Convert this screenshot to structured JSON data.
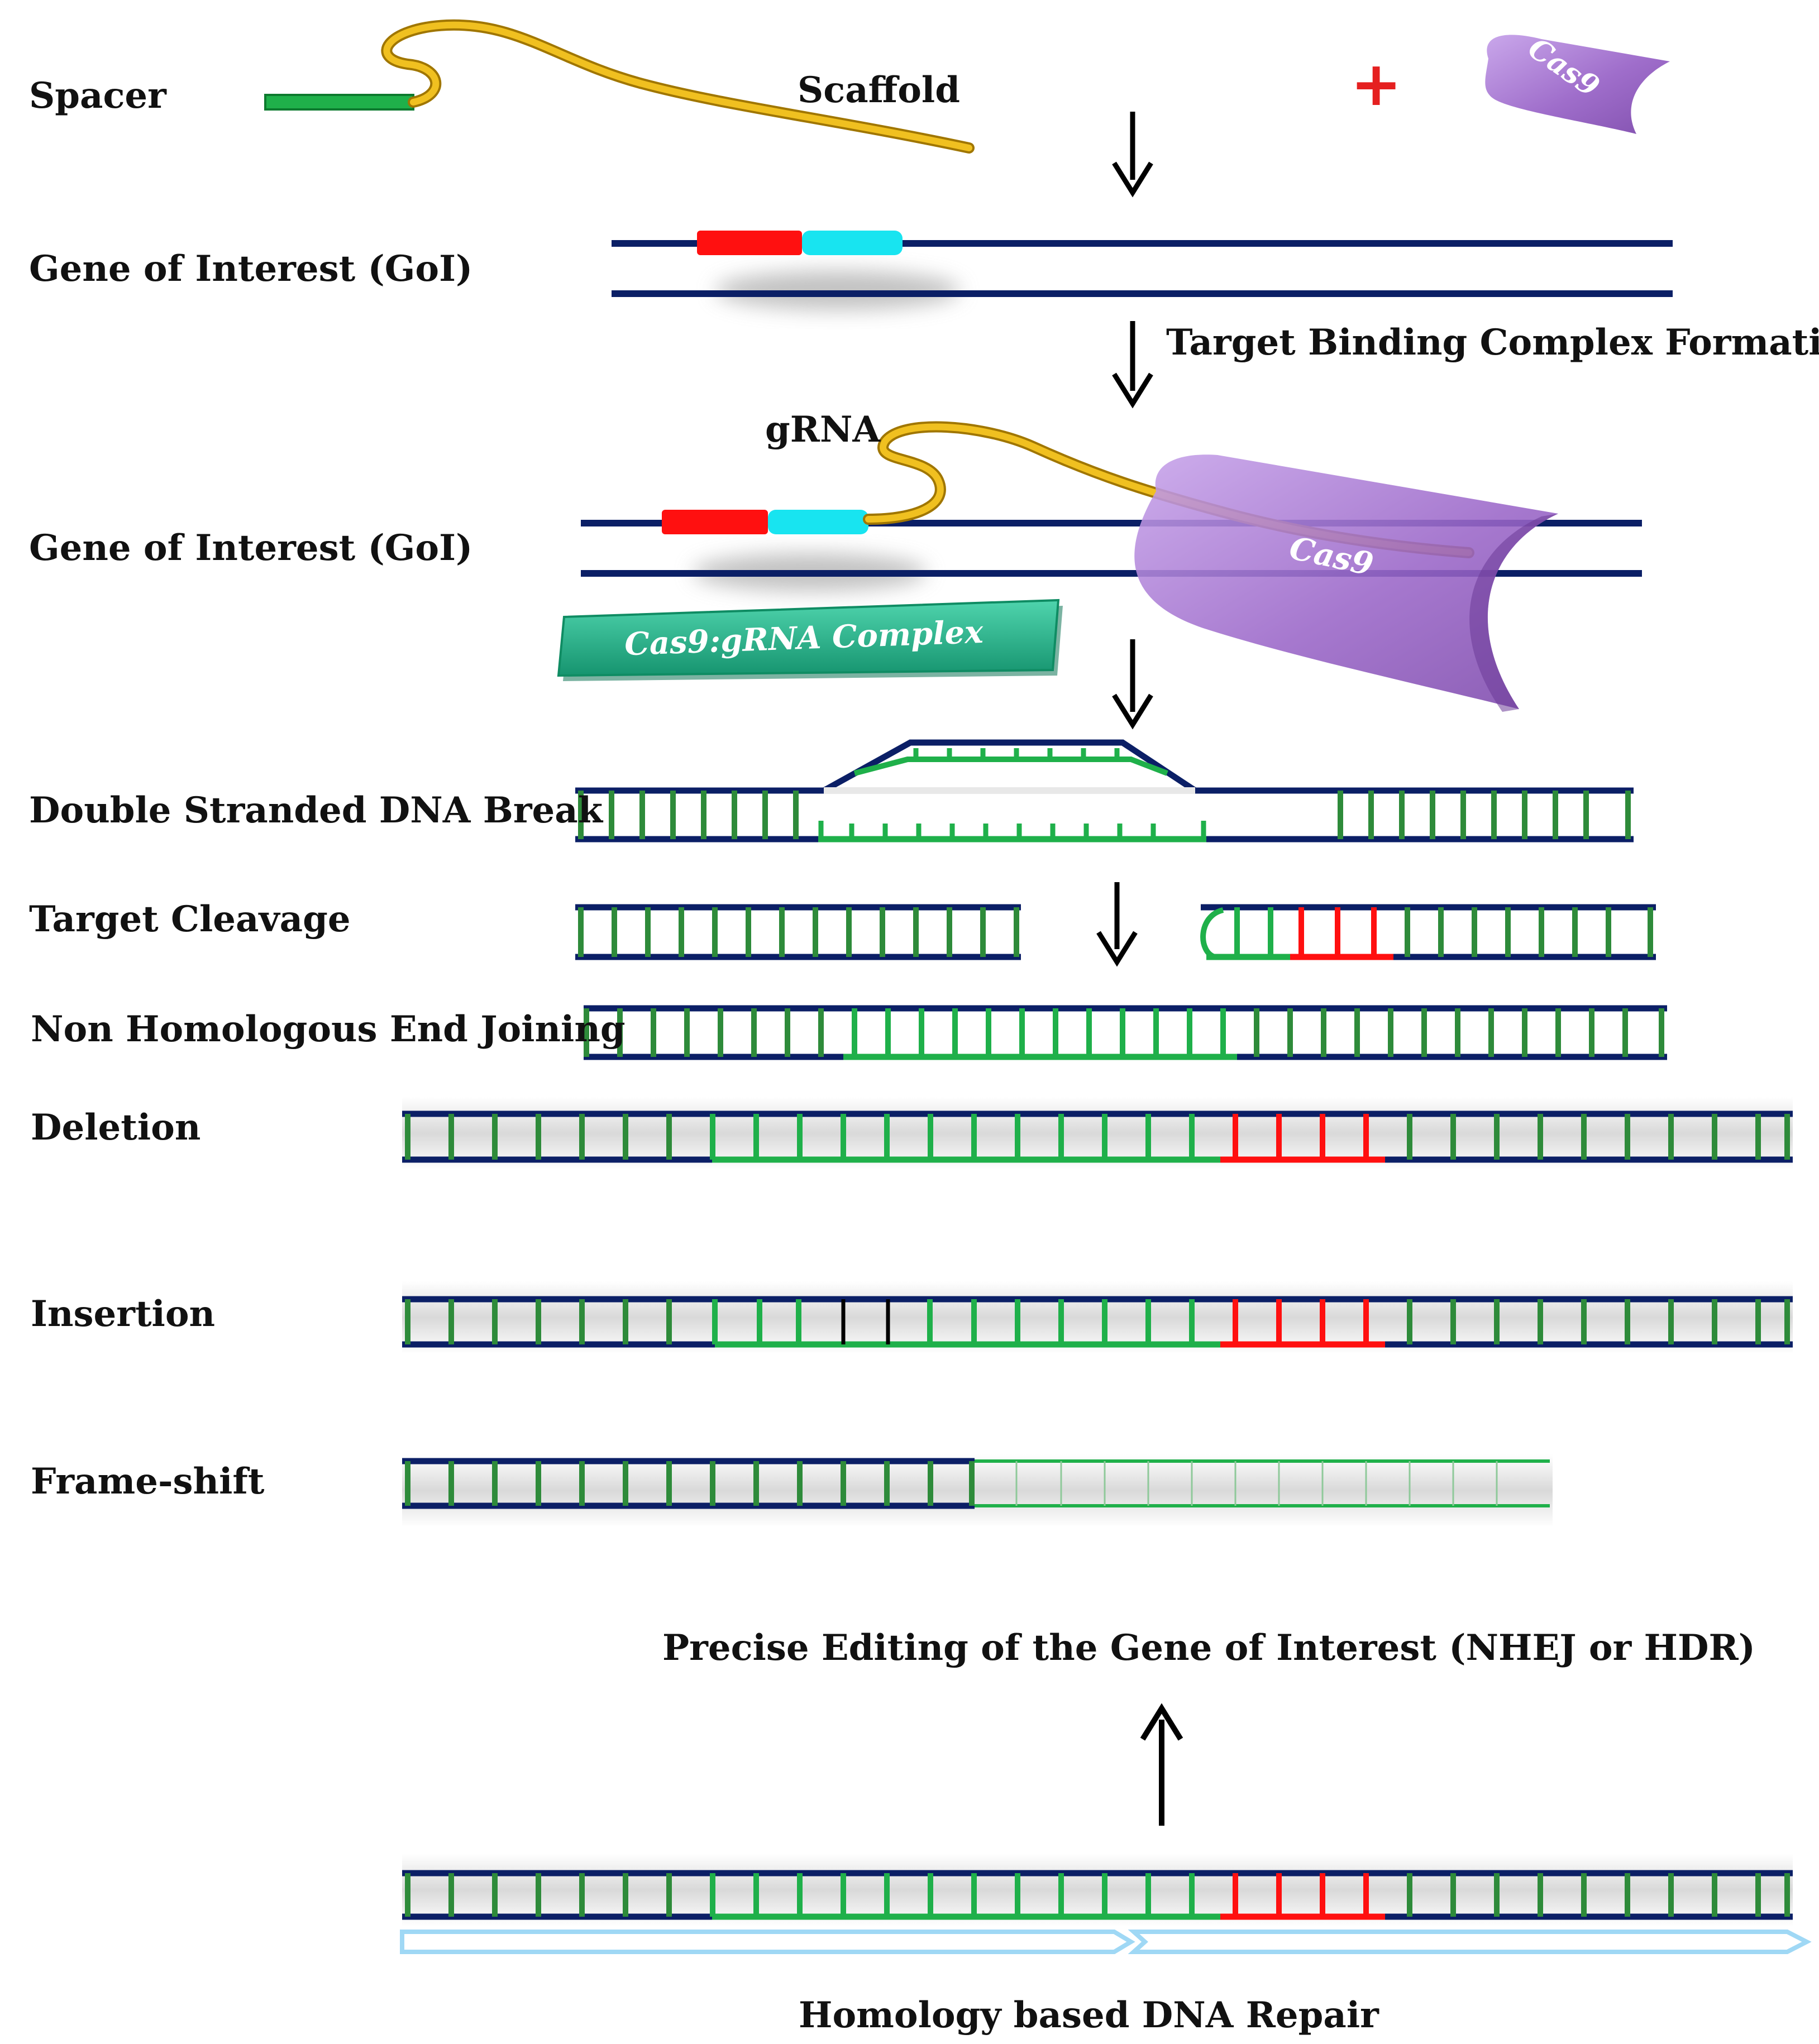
{
  "labels": {
    "spacer": "Spacer",
    "scaffold": "Scaffold",
    "goi_1": "Gene of Interest (GoI)",
    "target_binding": "Target Binding Complex Formation",
    "grna": "gRNA",
    "goi_2": "Gene of Interest (GoI)",
    "complex": "Cas9:gRNA Complex",
    "cas9_small": "Cas9",
    "cas9_large": "Cas9",
    "ds_break": "Double Stranded DNA Break",
    "cleavage": "Target Cleavage",
    "nhej": "Non Homologous End Joining",
    "deletion": "Deletion",
    "insertion": "Insertion",
    "frameshift": "Frame-shift",
    "precise": "Precise Editing of the Gene of Interest (NHEJ or HDR)",
    "hdr": "Homology based DNA Repair",
    "plus": "+"
  },
  "colors": {
    "backbone": "#0b1f66",
    "rung": "#2e8b3a",
    "green": "#1fb04a",
    "red": "#ff0000",
    "cyan": "#18e4f0",
    "rna": "#e8b410",
    "cas9": "#a070cc",
    "complex": "#27b58d",
    "arrow": "#000000",
    "light_blue": "#9fd8f5"
  }
}
